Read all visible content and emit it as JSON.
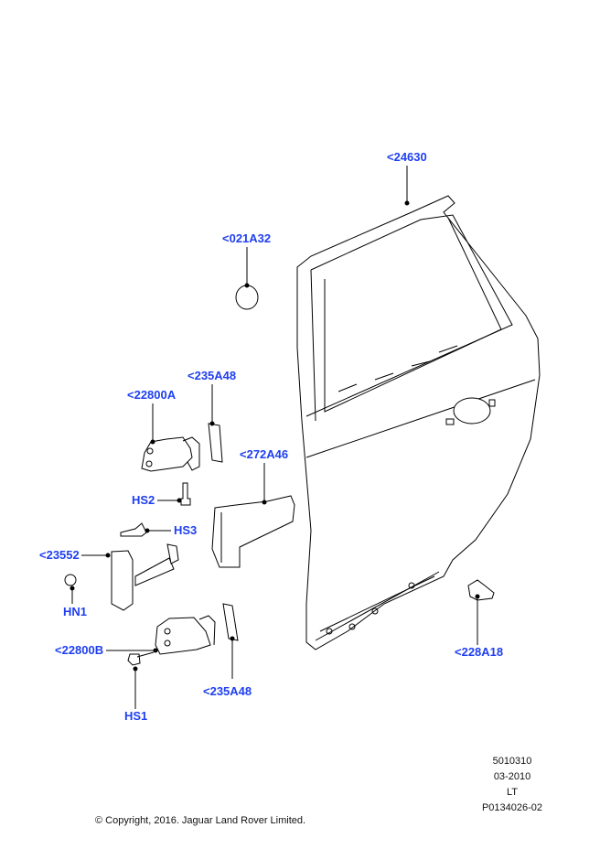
{
  "callouts": {
    "door_shell": "<24630",
    "plug": "<021A32",
    "shim_upper": "<235A48",
    "hinge_upper": "<22800A",
    "check_arm_cover": "<272A46",
    "screw_hs2": "HS2",
    "screw_hs3": "HS3",
    "check_strap": "<23552",
    "nut_hn1": "HN1",
    "hinge_lower": "<22800B",
    "screw_hs1": "HS1",
    "shim_lower": "<235A48",
    "bumper": "<228A18"
  },
  "meta": {
    "code": "5010310",
    "date": "03-2010",
    "variant": "LT",
    "illustration_id": "P0134026-02"
  },
  "copyright": "© Copyright, 2016. Jaguar Land Rover Limited.",
  "colors": {
    "callout": "#1f3ff0",
    "line": "#000000"
  }
}
